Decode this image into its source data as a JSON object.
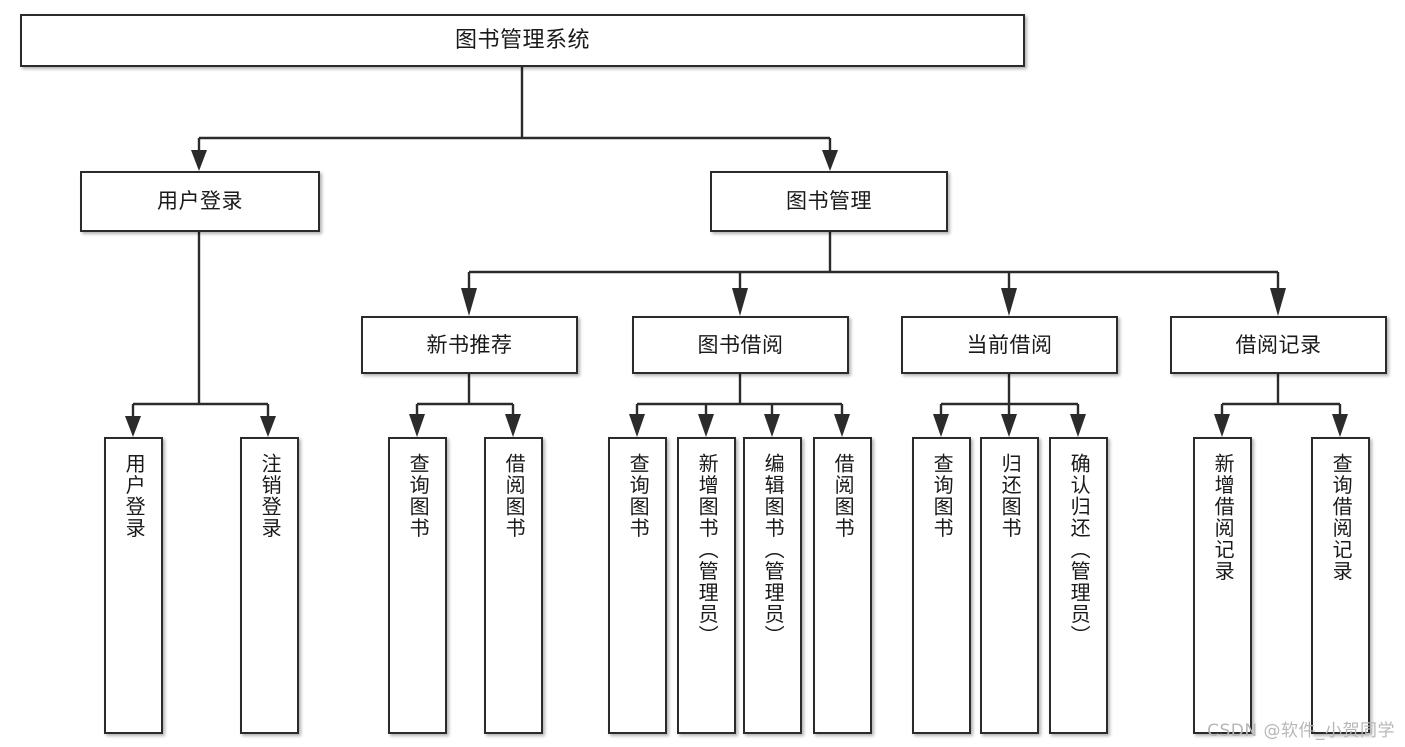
{
  "diagram": {
    "type": "tree-hierarchy",
    "title": "图书管理系统",
    "watermark": "CSDN @软件_小贺同学",
    "colors": {
      "stroke": "#2b2b2b",
      "fill": "#ffffff",
      "text": "#1a1a1a",
      "watermark": "#b7b7b7"
    },
    "nodes": {
      "root": "图书管理系统",
      "level2": [
        "用户登录",
        "图书管理"
      ],
      "level3": [
        "新书推荐",
        "图书借阅",
        "当前借阅",
        "借阅记录"
      ],
      "leaves": {
        "user_login": [
          "用户登录",
          "注销登录"
        ],
        "new_book_recommend": [
          "查询图书",
          "借阅图书"
        ],
        "book_borrow": [
          "查询图书",
          "新增图书（管理员）",
          "编辑图书（管理员）",
          "借阅图书"
        ],
        "current_borrow": [
          "查询图书",
          "归还图书",
          "确认归还（管理员）"
        ],
        "borrow_record": [
          "新增借阅记录",
          "查询借阅记录"
        ]
      }
    },
    "edges": [
      {
        "from": "图书管理系统",
        "to": "用户登录"
      },
      {
        "from": "图书管理系统",
        "to": "图书管理"
      },
      {
        "from": "图书管理",
        "to": "新书推荐"
      },
      {
        "from": "图书管理",
        "to": "图书借阅"
      },
      {
        "from": "图书管理",
        "to": "当前借阅"
      },
      {
        "from": "图书管理",
        "to": "借阅记录"
      },
      {
        "from": "用户登录",
        "to": "用户登录"
      },
      {
        "from": "用户登录",
        "to": "注销登录"
      },
      {
        "from": "新书推荐",
        "to": "查询图书"
      },
      {
        "from": "新书推荐",
        "to": "借阅图书"
      },
      {
        "from": "图书借阅",
        "to": "查询图书"
      },
      {
        "from": "图书借阅",
        "to": "新增图书（管理员）"
      },
      {
        "from": "图书借阅",
        "to": "编辑图书（管理员）"
      },
      {
        "from": "图书借阅",
        "to": "借阅图书"
      },
      {
        "from": "当前借阅",
        "to": "查询图书"
      },
      {
        "from": "当前借阅",
        "to": "归还图书"
      },
      {
        "from": "当前借阅",
        "to": "确认归还（管理员）"
      },
      {
        "from": "借阅记录",
        "to": "新增借阅记录"
      },
      {
        "from": "借阅记录",
        "to": "查询借阅记录"
      }
    ]
  }
}
